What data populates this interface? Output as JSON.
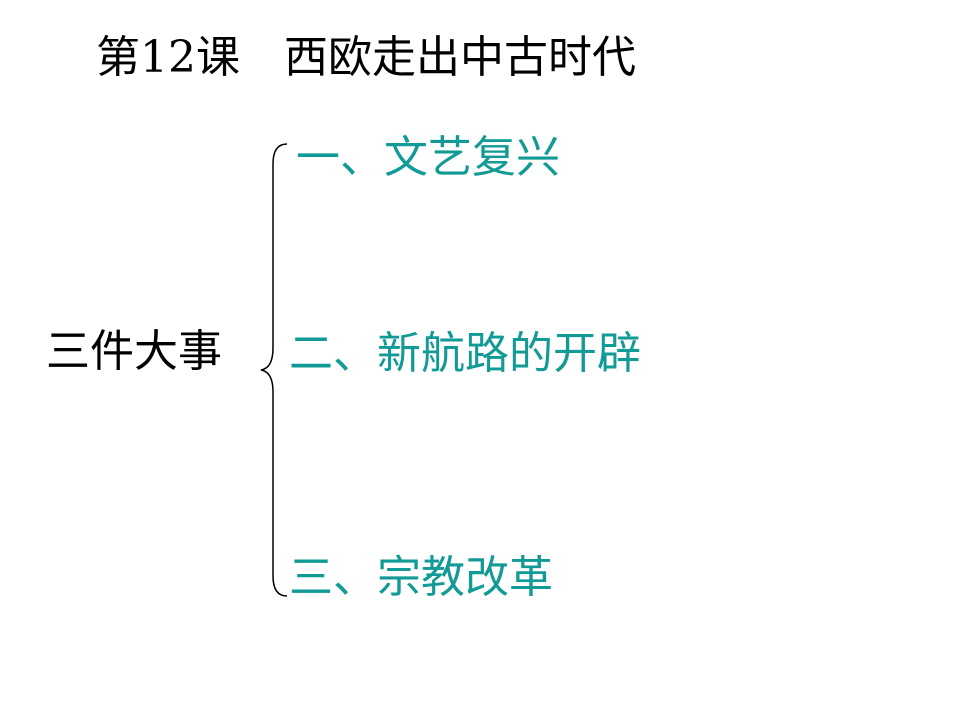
{
  "slide": {
    "title": "第12课　西欧走出中古时代",
    "topic": "三件大事",
    "items": [
      {
        "label": "一、文艺复兴"
      },
      {
        "label": "二、新航路的开辟"
      },
      {
        "label": "三、宗教改革"
      }
    ]
  },
  "colors": {
    "text": "#000000",
    "accent": "#129a96",
    "brace": "#000000"
  }
}
